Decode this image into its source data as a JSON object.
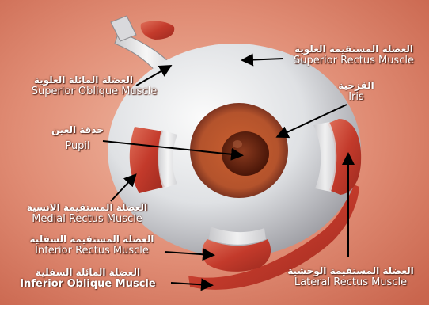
{
  "labels": {
    "superior_rectus": {
      "ar": "العضلة المستقيمة العلوية",
      "en": "Superior Rectus Muscle"
    },
    "superior_oblique": {
      "ar": "العضلة المائلة العلوية",
      "en": "Superior Oblique Muscle"
    },
    "iris": {
      "ar": "القزحية",
      "en": "Iris"
    },
    "pupil": {
      "ar": "حدقة العين",
      "en": "Pupil"
    },
    "medial_rectus": {
      "ar": "العضلة المستقيمة الانسية",
      "en": "Medial Rectus Muscle"
    },
    "inferior_rectus": {
      "ar": "العضلة المستقيمة السفلية",
      "en": "Inferior Rectus Muscle"
    },
    "inferior_oblique": {
      "ar": "العضلة المائلة السفلية",
      "en": "Inferior Oblique Muscle"
    },
    "lateral_rectus": {
      "ar": "العضلة المستقيمة الوحشية",
      "en": "Lateral Rectus Muscle"
    }
  },
  "colors": {
    "background": "#d87760",
    "sclera": "#e6e8ea",
    "iris": "#b0502a",
    "pupil": "#5c1f0e",
    "muscle": "#c9412f",
    "tendon": "#eeeeee",
    "arrow": "#000000"
  }
}
